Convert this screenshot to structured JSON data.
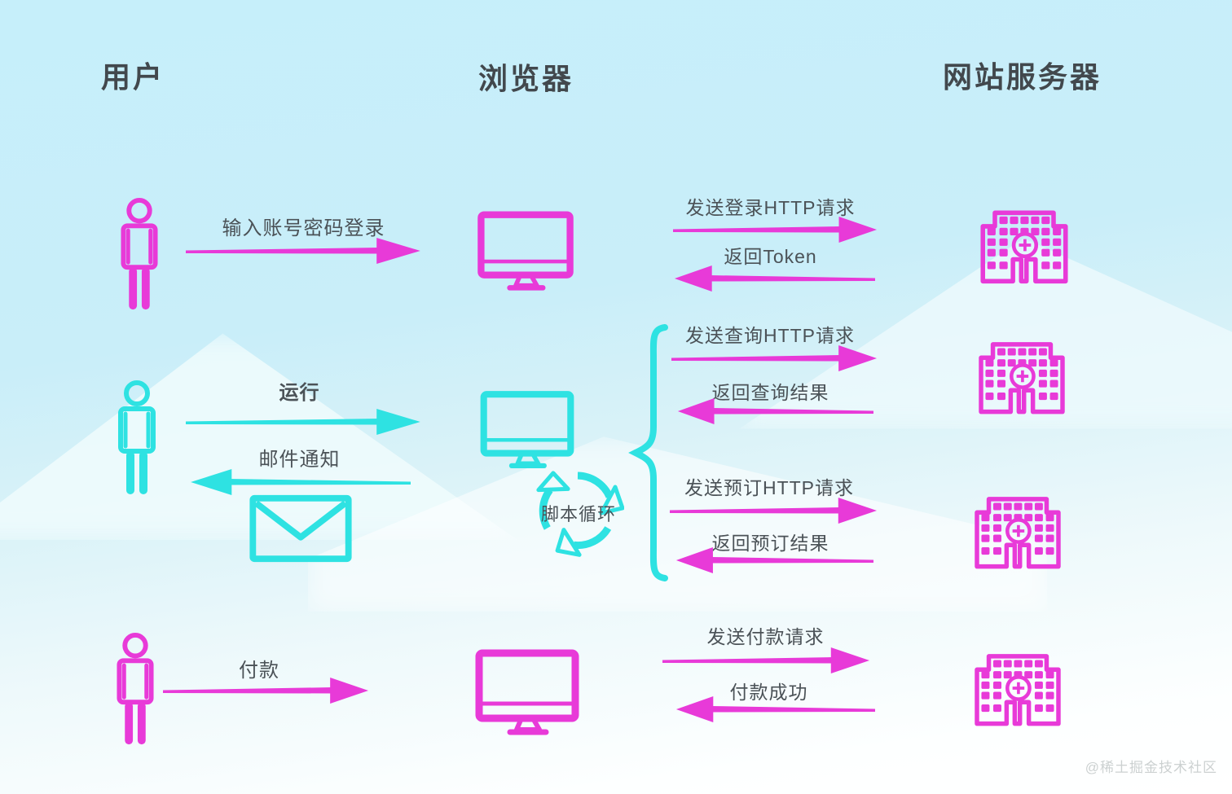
{
  "headers": {
    "user": "用户",
    "browser": "浏览器",
    "server": "网站服务器"
  },
  "flow_login": {
    "input": "输入账号密码登录",
    "request": "发送登录HTTP请求",
    "response": "返回Token"
  },
  "flow_script": {
    "run": "运行",
    "mail": "邮件通知",
    "loop": "脚本循环",
    "query_request": "发送查询HTTP请求",
    "query_response": "返回查询结果",
    "booking_request": "发送预订HTTP请求",
    "booking_response": "返回预订结果"
  },
  "flow_payment": {
    "pay": "付款",
    "request": "发送付款请求",
    "response": "付款成功"
  },
  "watermark": "@稀土掘金技术社区",
  "icons": {
    "person": "person-icon",
    "monitor": "monitor-icon",
    "building": "server-building-icon",
    "envelope": "envelope-icon",
    "loop": "script-loop-icon",
    "brace": "curly-brace"
  },
  "colors": {
    "magenta": "#e83ad8",
    "cyan": "#2ee2e2",
    "label_text": "#4b5257",
    "header_text": "#42484d",
    "watermark_text": "#ccd1d1",
    "background_top": "#c6effa",
    "background_bottom": "#ffffff"
  }
}
